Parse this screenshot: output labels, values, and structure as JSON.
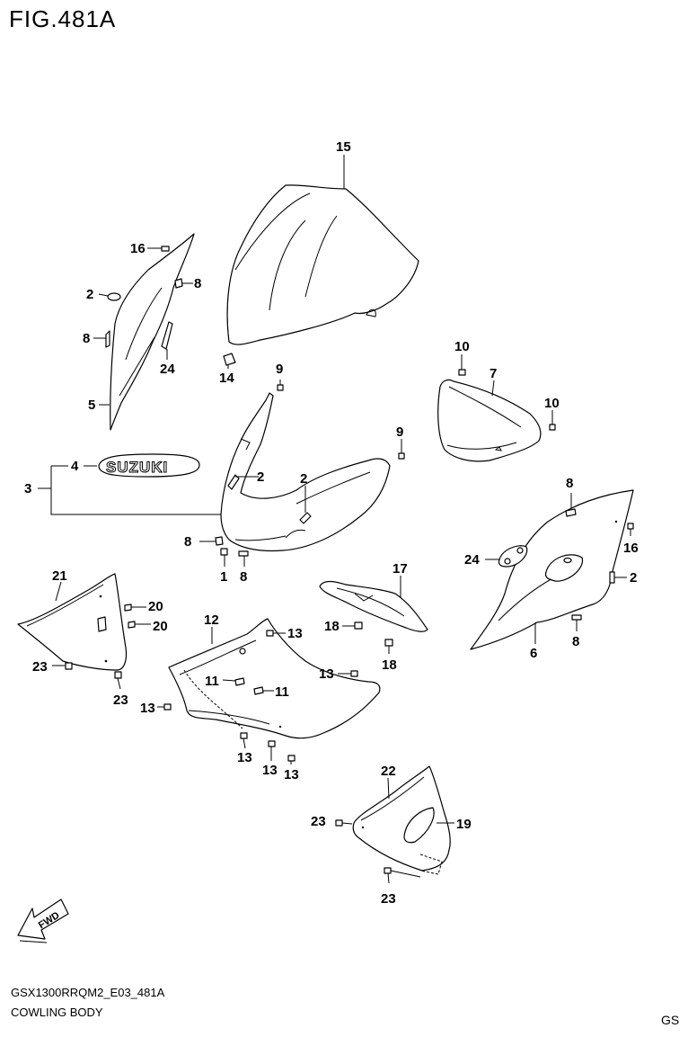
{
  "figure": {
    "title": "FIG.481A",
    "code": "GSX1300RRQM2_E03_481A",
    "name": "COWLING BODY",
    "region": "GS",
    "fwd_label": "FWD",
    "emblem_text": "SUZUKI"
  },
  "callouts": {
    "c1": "1",
    "c2a": "2",
    "c2b": "2",
    "c2c": "2",
    "c2d": "2",
    "c3": "3",
    "c4": "4",
    "c5": "5",
    "c6": "6",
    "c7": "7",
    "c8a": "8",
    "c8b": "8",
    "c8c": "8",
    "c8d": "8",
    "c8e": "8",
    "c8f": "8",
    "c9a": "9",
    "c9b": "9",
    "c10a": "10",
    "c10b": "10",
    "c11a": "11",
    "c11b": "11",
    "c12": "12",
    "c13a": "13",
    "c13b": "13",
    "c13c": "13",
    "c13d": "13",
    "c13e": "13",
    "c13f": "13",
    "c14": "14",
    "c15": "15",
    "c16a": "16",
    "c16b": "16",
    "c17": "17",
    "c18a": "18",
    "c18b": "18",
    "c19": "19",
    "c20a": "20",
    "c20b": "20",
    "c21": "21",
    "c22": "22",
    "c23a": "23",
    "c23b": "23",
    "c23c": "23",
    "c23d": "23",
    "c24a": "24",
    "c24b": "24"
  }
}
